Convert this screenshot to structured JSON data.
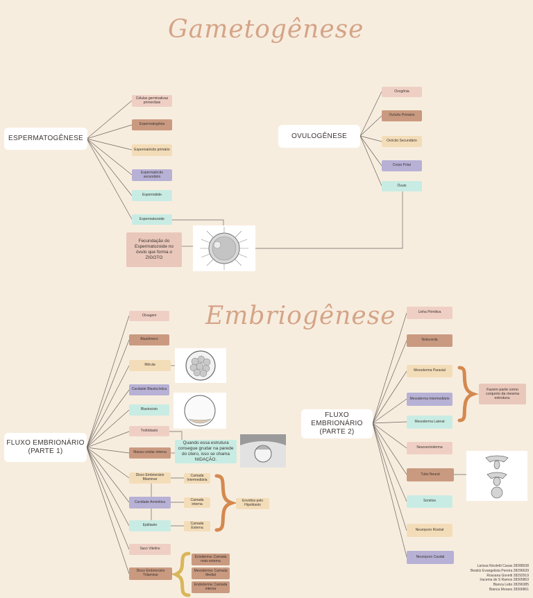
{
  "titles": {
    "gametogenese": "Gametogênese",
    "embriogenese": "Embriogênese"
  },
  "espermatogenese": {
    "hub": "ESPERMATOGÊNESE",
    "items": [
      "Células germinativas primordiais",
      "Espermatogônia",
      "Espermatócito primário",
      "Espermatócito secundário",
      "Espermátide",
      "Espermatozoide"
    ]
  },
  "ovulogenese": {
    "hub": "OVULOGÊNESE",
    "items": [
      "Ovogônia",
      "Ovócito Primário",
      "Ovócito Secundário",
      "Corpo Polar",
      "Óvulo"
    ]
  },
  "fecundacao": "Fecundação do Espermatozoide no óvulo que forma o ZIGOTO",
  "fluxo1": {
    "hub": "FLUXO EMBRIONÁRIO (PARTE 1)",
    "items": [
      "Clivagem",
      "Blastômero",
      "Mórula",
      "Cavidade Blastocística",
      "Blastocisto",
      "Trofoblasto",
      "Massa celular interna",
      "Disco Embrionário Bilaminar",
      "Cavidade Amniótica",
      "Epiblasto",
      "Saco Vitelino",
      "Disco Embrionário Trilaminar"
    ],
    "camadas": [
      "Camada Intermediária",
      "Camada interna",
      "Camada Externa"
    ],
    "envoltos": "Envoltos pelo Hipoblasto",
    "nidacao": "Quando essa estrutura consegue grudar na parede do útero, isso se chama NIDAÇÃO.",
    "trilaminar": [
      "Ectoderma: Camada mais externa",
      "Mesoderma: Camada Medial",
      "Endoderma: Camada interna"
    ]
  },
  "fluxo2": {
    "hub": "FLUXO EMBRIONÁRIO (PARTE 2)",
    "items": [
      "Linha Primitiva",
      "Notocorda",
      "Mesoderma Paraxial",
      "Mesoderma Intermediário",
      "Mesoderma Lateral",
      "Neuroectoderma",
      "Tubo Neural",
      "Somitos",
      "Neuroporo Rostral",
      "Neuroporo Caudal"
    ],
    "mesoderma_note": "Fazem parte como conjunto da mesma estrutura."
  },
  "credits": [
    "Larissa Nicoletti Casas 28288038",
    "Beatriz Evangelista Pereira 28296639",
    "Rossana Govetti 28292919",
    "Iracema de S Ramos 28305863",
    "Bianca Leão 28296385",
    "Bianca Moraes 28306861"
  ],
  "colors": {
    "background": "#f7eddf",
    "title": "#d4a487",
    "brace": "#d4894f",
    "brace_gold": "#d9b65a"
  }
}
